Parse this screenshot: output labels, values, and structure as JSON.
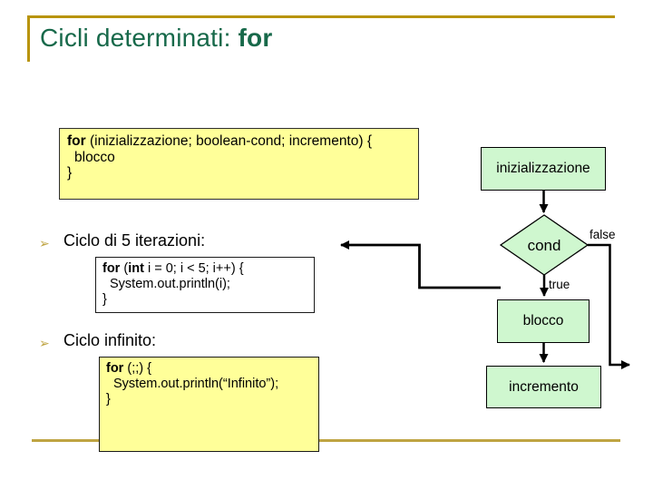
{
  "title": {
    "prefix": "Cicli determinati: ",
    "keyword": "for"
  },
  "colors": {
    "title-green": "#17694A",
    "gold": "#B8940B",
    "gold-soft": "#BFA442",
    "code-yellow": "#FFFF99",
    "flow-green": "#CFF7CF"
  },
  "syntax_box": {
    "kw": "for",
    "rest": " (inizializzazione; boolean-cond; incremento) {",
    "line2": "blocco",
    "line3": "}"
  },
  "loop5": {
    "bullet": "➢",
    "label": "Ciclo di 5 iterazioni:",
    "code": {
      "kw1": "for",
      "mid": " (",
      "kw2": "int",
      "rest": " i = 0; i < 5; i++) {",
      "line2": "System.out.println(i);",
      "line3": "}"
    }
  },
  "infinite": {
    "bullet": "➢",
    "label": "Ciclo infinito:",
    "code": {
      "kw": "for",
      "rest": " (;;) {",
      "line2": "System.out.println(“Infinito”);",
      "line3": "}"
    }
  },
  "flowchart": {
    "init": "inizializzazione",
    "cond": "cond",
    "false_label": "false",
    "true_label": "true",
    "block": "blocco",
    "increment": "incremento"
  }
}
